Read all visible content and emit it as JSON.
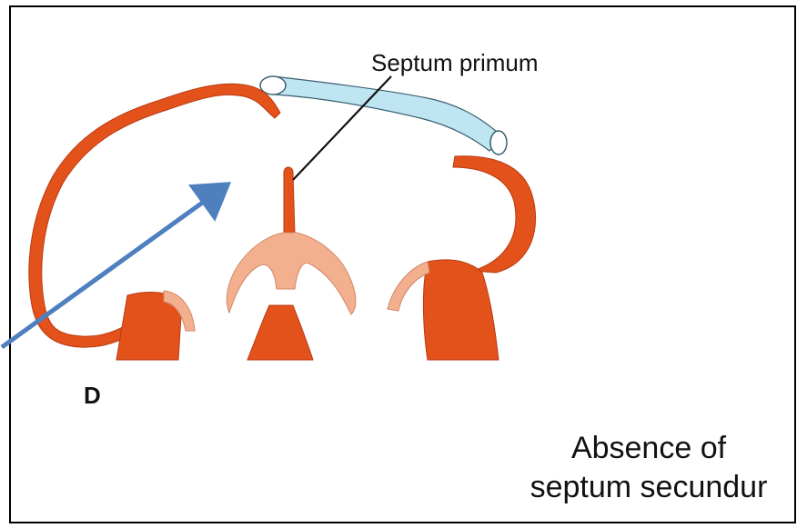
{
  "labels": {
    "septum_primum": "Septum primum",
    "panel_letter": "D",
    "caption_line1": "Absence of",
    "caption_line2": "septum secundur"
  },
  "colors": {
    "wall": "#e4521c",
    "wall_outline": "#b83a10",
    "endocardial": "#f3b08f",
    "vessel_fill": "#bfe4f2",
    "vessel_outline": "#3a6070",
    "arrow": "#4e7fbf",
    "leader": "#111111"
  }
}
